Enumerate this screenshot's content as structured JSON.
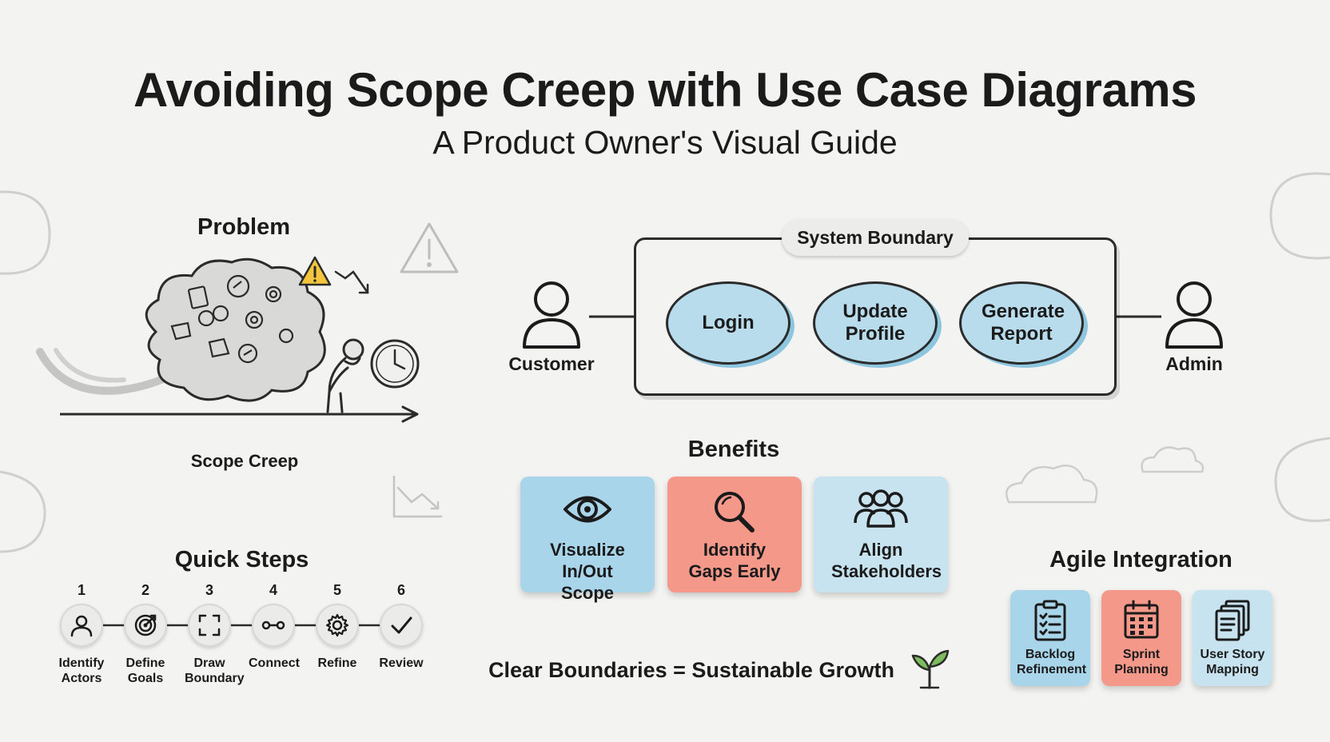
{
  "header": {
    "title": "Avoiding Scope Creep with Use Case Diagrams",
    "subtitle": "A Product Owner's Visual Guide"
  },
  "problem": {
    "heading": "Problem",
    "axis_label": "Scope Creep"
  },
  "use_case": {
    "boundary_label": "System Boundary",
    "actors": [
      {
        "label": "Customer"
      },
      {
        "label": "Admin"
      }
    ],
    "cases": [
      {
        "label": "Login"
      },
      {
        "label": "Update Profile"
      },
      {
        "label": "Generate Report"
      }
    ]
  },
  "benefits": {
    "heading": "Benefits",
    "items": [
      {
        "label": "Visualize In/Out Scope",
        "icon": "eye-icon",
        "color": "#a9d5ea"
      },
      {
        "label": "Identify Gaps Early",
        "icon": "magnifier-icon",
        "color": "#f4988a"
      },
      {
        "label": "Align Stakeholders",
        "icon": "people-icon",
        "color": "#c7e3ef"
      }
    ]
  },
  "quick_steps": {
    "heading": "Quick Steps",
    "steps": [
      {
        "num": "1",
        "label": "Identify Actors",
        "icon": "person-icon"
      },
      {
        "num": "2",
        "label": "Define Goals",
        "icon": "target-icon"
      },
      {
        "num": "3",
        "label": "Draw Boundary",
        "icon": "frame-icon"
      },
      {
        "num": "4",
        "label": "Connect",
        "icon": "link-icon"
      },
      {
        "num": "5",
        "label": "Refine",
        "icon": "gear-icon"
      },
      {
        "num": "6",
        "label": "Review",
        "icon": "check-icon"
      }
    ]
  },
  "tagline": "Clear Boundaries = Sustainable Growth",
  "agile": {
    "heading": "Agile Integration",
    "items": [
      {
        "label": "Backlog Refinement",
        "icon": "clipboard-icon",
        "color": "#a9d5ea"
      },
      {
        "label": "Sprint Planning",
        "icon": "calendar-icon",
        "color": "#f4988a"
      },
      {
        "label": "User Story Mapping",
        "icon": "documents-icon",
        "color": "#c7e3ef"
      }
    ]
  },
  "colors": {
    "background": "#f3f3f2",
    "blue": "#a9d5ea",
    "salmon": "#f4988a",
    "light_blue": "#c7e3ef",
    "ink": "#1b1b1b"
  }
}
